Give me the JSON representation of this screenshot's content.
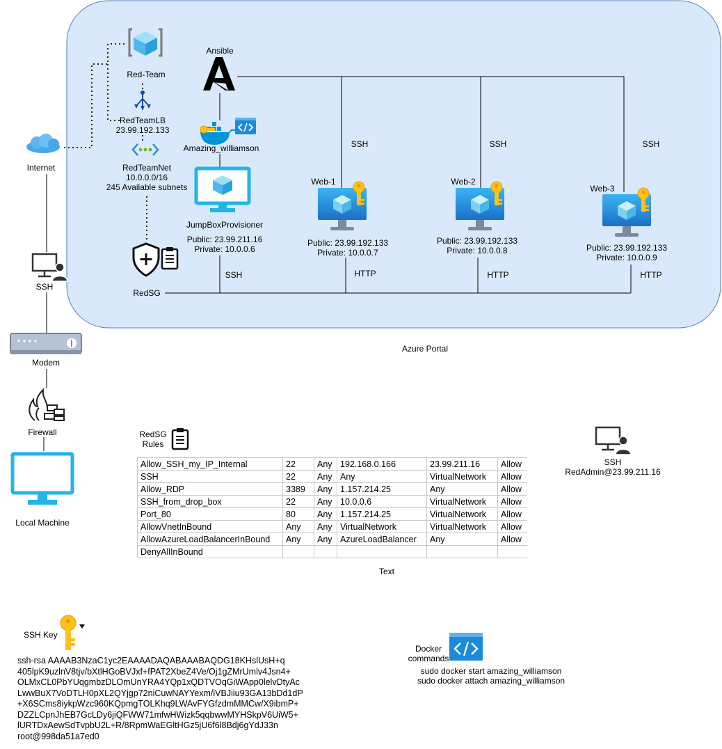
{
  "zone": {
    "label": "Azure Portal"
  },
  "nodes": {
    "red_team": "Red-Team",
    "load_balancer": {
      "name": "RedTeamLB",
      "ip": "23.99.192.133"
    },
    "vnet": {
      "name": "RedTeamNet",
      "cidr": "10.0.0.0/16",
      "subnets": "245 Available subnets"
    },
    "nsg": "RedSG",
    "internet": "Internet",
    "ssh_left": "SSH",
    "modem": "Modem",
    "firewall": "Firewall",
    "local_machine": "Local Machine",
    "ansible": "Ansible",
    "container": "Amazing_williamson",
    "jumpbox": {
      "name": "JumpBoxProvisioner",
      "public": "Public: 23.99.211.16",
      "private": "Private: 10.0.0.6"
    },
    "web1": {
      "name": "Web-1",
      "public": "Public: 23.99.192.133",
      "private": "Private: 10.0.0.7"
    },
    "web2": {
      "name": "Web-2",
      "public": "Public: 23.99.192.133",
      "private": "Private: 10.0.0.8"
    },
    "web3": {
      "name": "Web-3",
      "public": "Public: 23.99.192.133",
      "private": "Private: 10.0.0.9"
    }
  },
  "edge_labels": {
    "ssh_web1_top": "SSH",
    "ssh_web2_top": "SSH",
    "ssh_web3_top": "SSH",
    "ssh_jumpbox_bottom": "SSH",
    "http_web1": "HTTP",
    "http_web2": "HTTP",
    "http_web3": "HTTP"
  },
  "rules_table": {
    "title_line1": "RedSG",
    "title_line2": "Rules",
    "caption": "Text",
    "rows": [
      [
        "Allow_SSH_my_IP_Internal",
        "22",
        "Any",
        "192.168.0.166",
        "23.99.211.16",
        "Allow"
      ],
      [
        "SSH",
        "22",
        "Any",
        "Any",
        "VirtualNetwork",
        "Allow"
      ],
      [
        "Allow_RDP",
        "3389",
        "Any",
        "1.157.214.25",
        "Any",
        "Allow"
      ],
      [
        "SSH_from_drop_box",
        "22",
        "Any",
        "10.0.0.6",
        "VirtualNetwork",
        "Allow"
      ],
      [
        "Port_80",
        "80",
        "Any",
        "1.157.214.25",
        "VirtualNetwork",
        "Allow"
      ],
      [
        "AllowVnetInBound",
        "Any",
        "Any",
        "VirtualNetwork",
        "VirtualNetwork",
        "Allow"
      ],
      [
        "AllowAzureLoadBalancerInBound",
        "Any",
        "Any",
        "AzureLoadBalancer",
        "Any",
        "Allow"
      ],
      [
        "DenyAllInBound",
        "",
        "",
        "",
        "",
        ""
      ]
    ]
  },
  "admin": {
    "label": "SSH",
    "user": "RedAdmin@23.99.211.16"
  },
  "ssh_key": {
    "label": "SSH Key",
    "lines": [
      "ssh-rsa AAAAB3NzaC1yc2EAAAADAQABAAABAQDG18KHslUsH+q",
      "405lpK9uzlnV8tjv/bXtlHGoBVJxf+fPAT2XbeZ4Ve/Oj1gZMrUmlv4Jsn4+",
      "OLMxCL0PbYUqgmbzDLOmUnYRA4YQp1xQDTVOqGiWApp0lelvDtyAc",
      "LwwBuX7VoDTLH0pXL2QYjgp72niCuwNAYYexm/iVBJiiu93GA13bDd1dP",
      "+X6SCms8iykpWzc960KQpmgTOLKhq9LWAvFYGfzdmMMCw/X9ibmP+",
      "DZZLCpnJhEB7GcLDy6jiQFWW71mfwHWizk5qqbwwMYHSkpV6UiW5+",
      "lURTDxAewSdTvpbU2L+R/8RpmWaEGltHGz5jU6f6l8Bdj6gYdJ33n",
      "root@998da51a7ed0"
    ]
  },
  "docker": {
    "label_line1": "Docker",
    "label_line2": "commands",
    "cmd1": "sudo docker start amazing_williamson",
    "cmd2": "sudo docker attach amazing_williamson"
  },
  "colors": {
    "zone_fill": "#dae8fc",
    "zone_stroke": "#4d80c4",
    "azure_blue": "#1c8ad9",
    "monitor_cyan": "#22b5e5",
    "key_yellow": "#ffc01c",
    "docker_blue": "#0094d8"
  },
  "icons": [
    "vm-icon",
    "load-balancer-icon",
    "vnet-icon",
    "shield-icon",
    "cloud-icon",
    "admin-computer-icon",
    "modem-icon",
    "firewall-icon",
    "monitor-icon",
    "ansible-logo",
    "docker-icon",
    "code-icon",
    "key-icon",
    "clipboard-icon"
  ]
}
